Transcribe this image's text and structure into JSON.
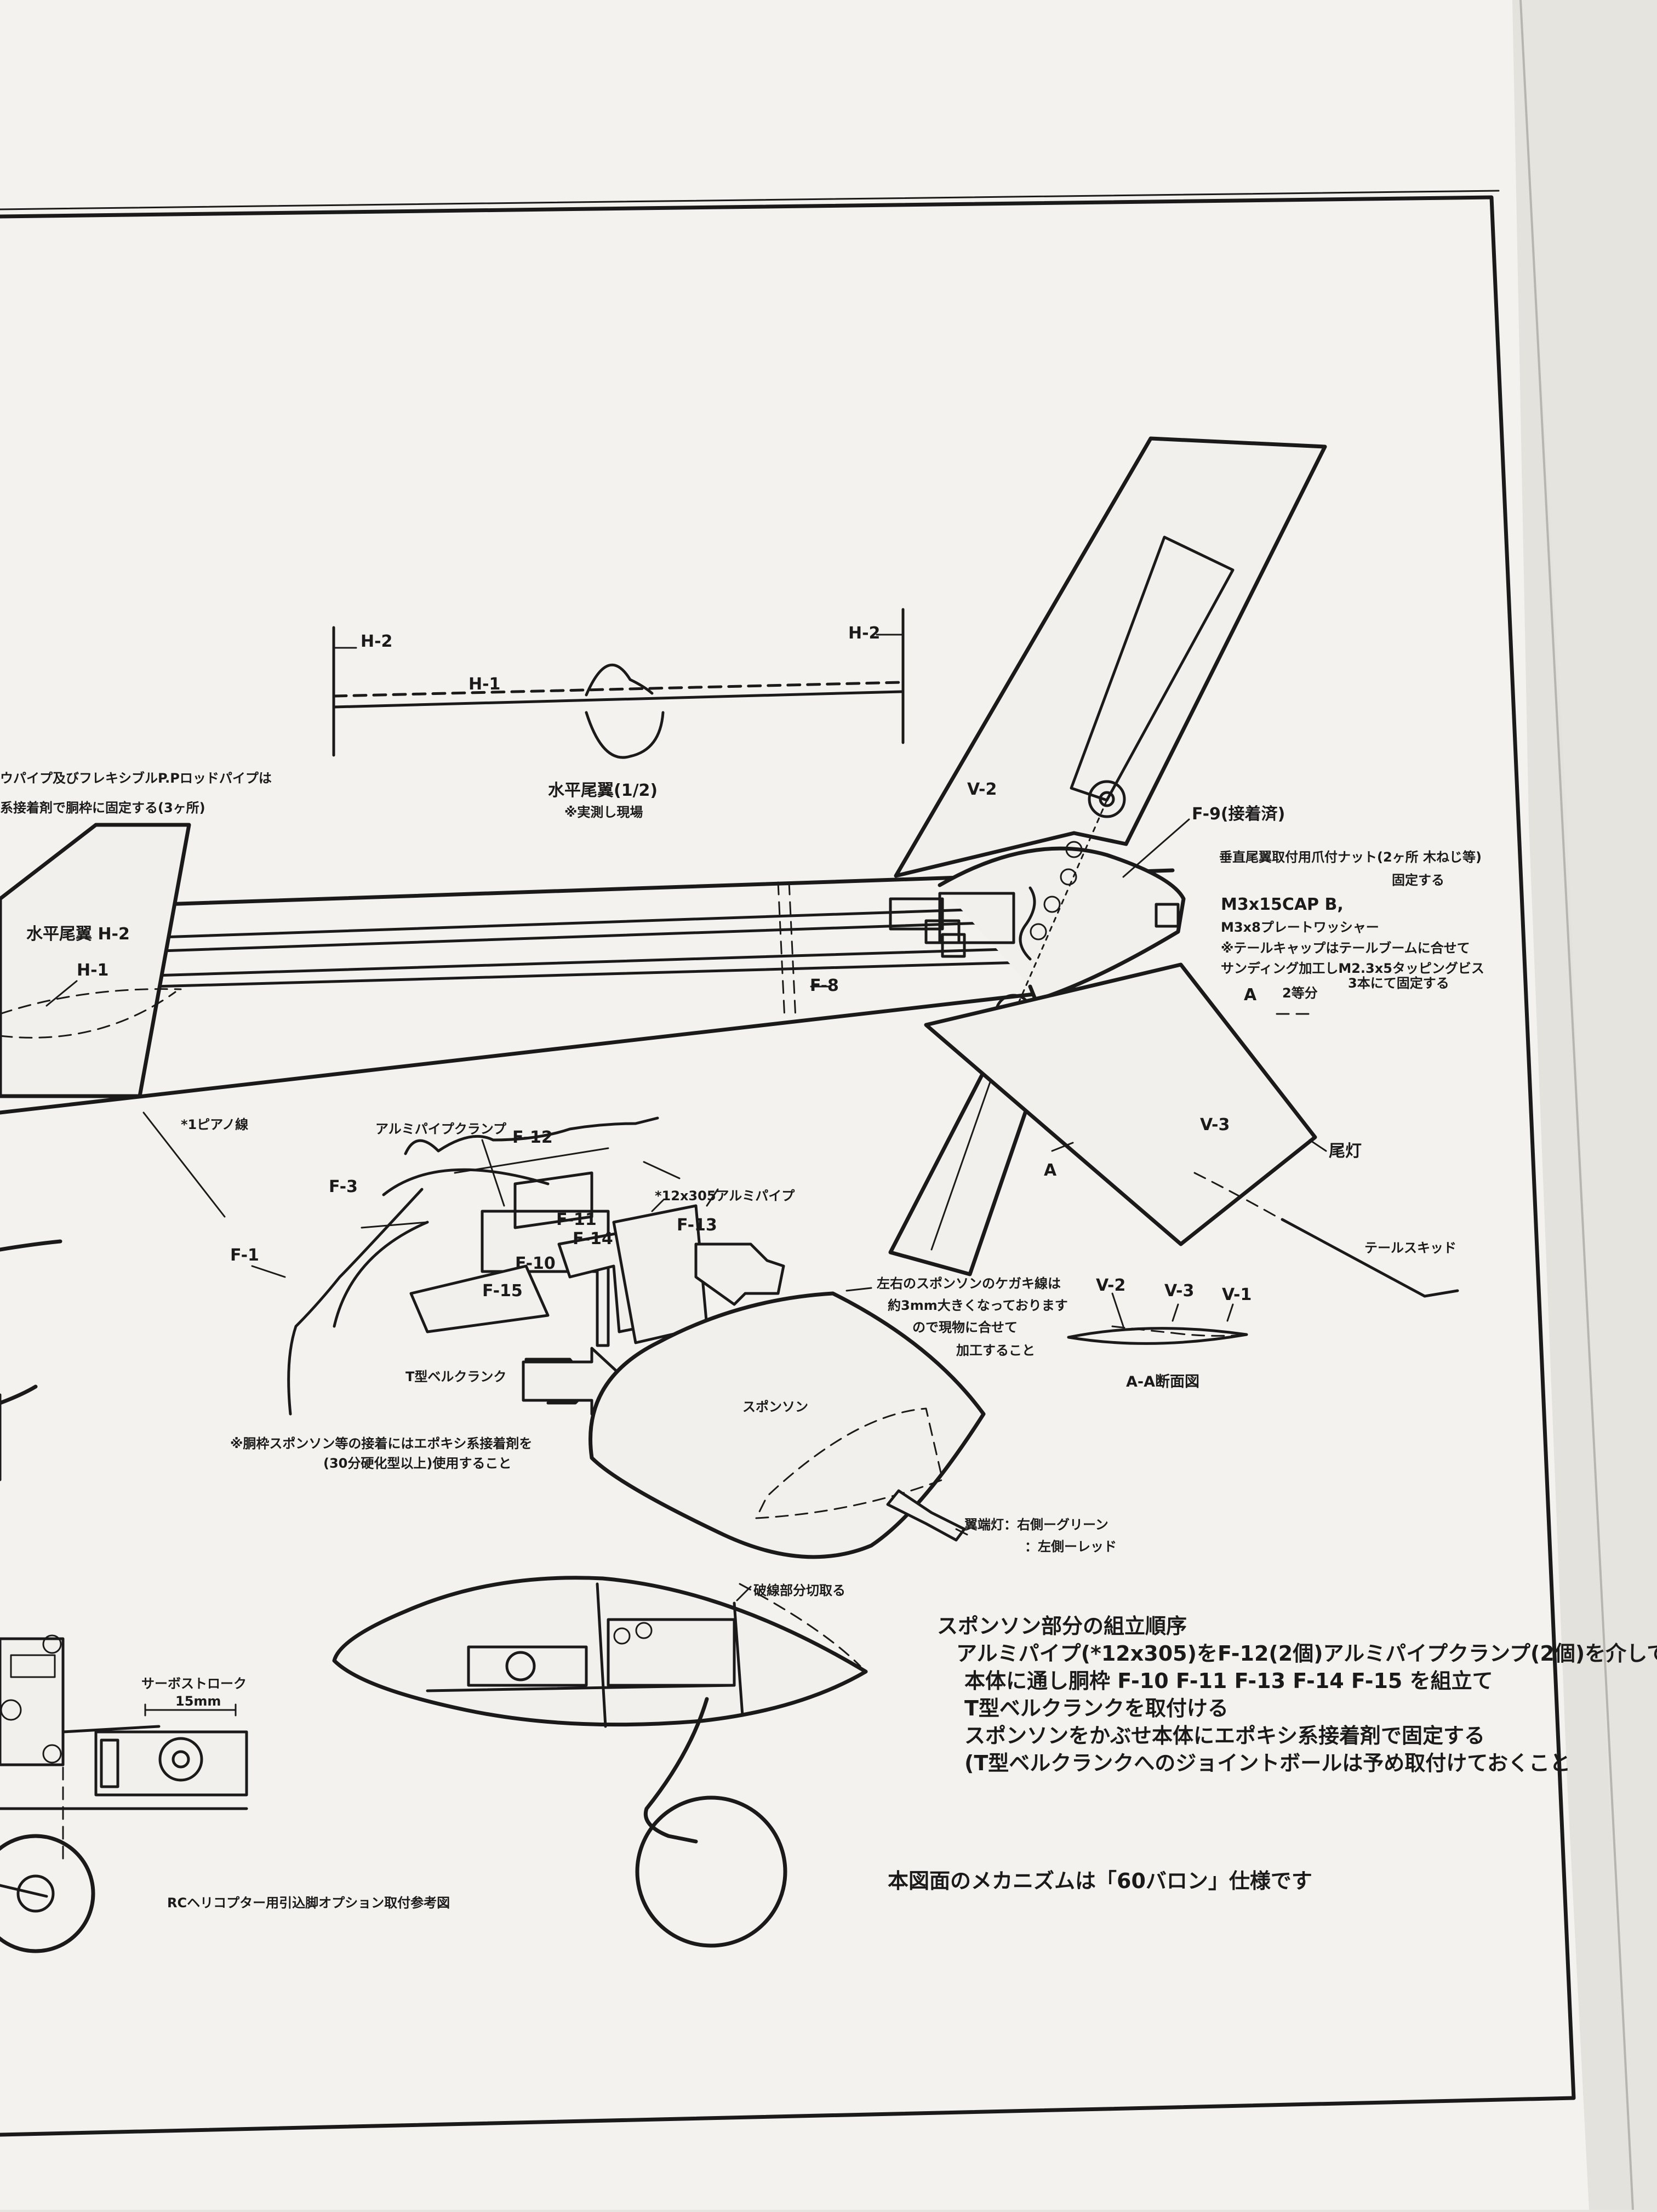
{
  "labels": {
    "h2_left": "H-2",
    "h2_right": "H-2",
    "h1_top": "H-1",
    "hstab_half": "水平尾翼(1/2)",
    "hstab_half_note": "※実測し現場",
    "pipe_note_1": "ウパイプ及びフレキシブルP.Pロッドパイプは",
    "pipe_note_2": "系接着剤で胴枠に固定する(3ヶ所)",
    "hstab_h2": "水平尾翼 H-2",
    "h1_mid": "H-1",
    "v2": "V-2",
    "f9": "F-9(接着済)",
    "vstab_nut_1": "垂直尾翼取付用爪付ナット(2ヶ所 木ねじ等)",
    "vstab_nut_2": "固定する",
    "m3cap": "M3x15CAP B,",
    "m3washer": "M3x8プレートワッシャー",
    "tailcap_1": "※テールキャップはテールブームに合せて",
    "tailcap_2": "サンディング加工しM2.3x5タッピングビス",
    "tailcap_3": "3本にて固定する",
    "a_mark_1": "A",
    "a_mark_2": "2等分",
    "f8": "F-8",
    "piano_wire": "*1ピアノ線",
    "v3": "V-3",
    "tail_light": "尾灯",
    "a_mark_3": "A",
    "tail_skid": "テールスキッド",
    "alu_clamp": "アルミパイプクランプ",
    "f12": "F-12",
    "f3": "F-3",
    "f11": "F-11",
    "f14": "F-14",
    "pipe12": "*12x305アルミパイプ",
    "f13": "F-13",
    "f1": "F-1",
    "f10": "F-10",
    "f15": "F-15",
    "t_bellcrank": "T型ベルクランク",
    "epoxy_1": "※胴枠スポンソン等の接着にはエポキシ系接着剤を",
    "epoxy_2": "(30分硬化型以上)使用すること",
    "sponson_note_1": "左右のスポンソンのケガキ線は",
    "sponson_note_2": "約3mm大きくなっております",
    "sponson_note_3": "ので現物に合せて",
    "sponson_note_4": "加工すること",
    "sponson": "スポンソン",
    "sec_v2": "V-2",
    "sec_v3": "V-3",
    "sec_v1": "V-1",
    "aa_section": "A-A断面図",
    "wing_light_1": "翼端灯：右側ーグリーン",
    "wing_light_2": "：左側ーレッド",
    "cut_note": "破線部分切取る",
    "servo_stroke": "サーボストローク",
    "stroke_mm": "15mm",
    "retract_ref": "RCヘリコプター用引込脚オプション取付参考図",
    "assembly_title": "スポンソン部分の組立順序",
    "assembly_1": "アルミパイプ(*12x305)をF-12(2個)アルミパイプクランプ(2個)を介して",
    "assembly_2": "本体に通し胴枠 F-10 F-11 F-13 F-14 F-15 を組立て",
    "assembly_3": "T型ベルクランクを取付ける",
    "assembly_4": "スポンソンをかぶせ本体にエポキシ系接着剤で固定する",
    "assembly_5": "(T型ベルクランクへのジョイントボールは予め取付けておくこと",
    "spec_note": "本図面のメカニズムは「60バロン」仕様です"
  }
}
